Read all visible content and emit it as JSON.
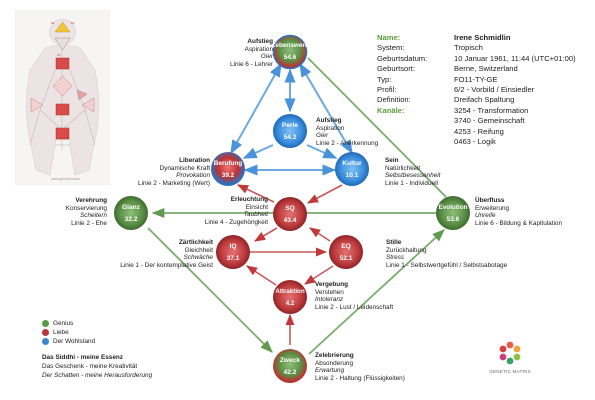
{
  "profile": {
    "name_label": "Name:",
    "name_value": "Irene Schmidlin",
    "rows": [
      {
        "label": "System:",
        "value": "Tropisch"
      },
      {
        "label": "Geburtsdatum:",
        "value": "10 Januar 1961, 11:44 (UTC+01:00)"
      },
      {
        "label": "Geburtsort:",
        "value": "Berne, Switzerland"
      },
      {
        "label": "Typ:",
        "value": "FO11-TY-GE"
      },
      {
        "label": "Profil:",
        "value": "6/2 - Vorbild / Einsiedler"
      },
      {
        "label": "Definition:",
        "value": "Dreifach Spaltung"
      }
    ],
    "channels_label": "Kanäle:",
    "channels": [
      "3254 - Transformation",
      "3740 - Gemeinschaft",
      "4253 - Reifung",
      "0463 - Logik"
    ]
  },
  "colors": {
    "genius": "#5b9a46",
    "love": "#b8383a",
    "wealth": "#3a86d0"
  },
  "nodes": {
    "lebenswerk": {
      "name": "Lebenswerk",
      "num": "54.6"
    },
    "perle": {
      "name": "Perle",
      "num": "54.2"
    },
    "berufung": {
      "name": "Berufung",
      "num": "39.2"
    },
    "kultur": {
      "name": "Kultur",
      "num": "10.1"
    },
    "sq": {
      "name": "SQ",
      "num": "43.4"
    },
    "glanz": {
      "name": "Glanz",
      "num": "32.2"
    },
    "evolution": {
      "name": "Evolution",
      "num": "53.6"
    },
    "iq": {
      "name": "IQ",
      "num": "37.1"
    },
    "eq": {
      "name": "EQ",
      "num": "52.1"
    },
    "attraktion": {
      "name": "Attraktion",
      "num": "4.2"
    },
    "zweck": {
      "name": "Zweck",
      "num": "42.2"
    }
  },
  "labels": {
    "aufstieg1": {
      "title": "Aufstieg",
      "l1": "Aspiration",
      "l2": "Gier",
      "l3": "Linie 6 - Lehrer"
    },
    "aufstieg2": {
      "title": "Aufstieg",
      "l1": "Aspiration",
      "l2": "Gier",
      "l3": "Linie 2 - Anerkennung"
    },
    "liberation": {
      "title": "Liberation",
      "l1": "Dynamische Kraft",
      "l2": "Provokation",
      "l3": "Linie 2 - Marketing (Wert)"
    },
    "sein": {
      "title": "Sein",
      "l1": "Natürlichkeit",
      "l2": "Selbstbesessenheit",
      "l3": "Linie 1 - Individuell"
    },
    "erleuchtung": {
      "title": "Erleuchtung",
      "l1": "Einsicht",
      "l2": "Taubheit",
      "l3": "Linie 4 - Zugehörigkeit"
    },
    "verehrung": {
      "title": "Verehrung",
      "l1": "Konservierung",
      "l2": "Scheitern",
      "l3": "Linie 2 - Ehe"
    },
    "ueberfluss": {
      "title": "Überfluss",
      "l1": "Erweiterung",
      "l2": "Unreife",
      "l3": "Linie 6 - Bildung & Kapitulation"
    },
    "zaertlichkeit": {
      "title": "Zärtlichkeit",
      "l1": "Gleichheit",
      "l2": "Schwäche",
      "l3": "Linie 1 - Der kontemplative Geist"
    },
    "stille": {
      "title": "Stille",
      "l1": "Zurückhaltung",
      "l2": "Stress",
      "l3": "Linie 1 - Selbstwertgefühl / Selbstsabotage"
    },
    "vergebung": {
      "title": "Vergebung",
      "l1": "Verstehen",
      "l2": "Intoleranz",
      "l3": "Linie 2 - Lust / Leidenschaft"
    },
    "zelebrierung": {
      "title": "Zelebrierung",
      "l1": "Absonderung",
      "l2": "Erwartung",
      "l3": "Linie 2 - Haltung (Flüssigkeiten)"
    }
  },
  "legend": [
    {
      "label": "Genius",
      "icon": "green-dot"
    },
    {
      "label": "Liebe",
      "icon": "red-dot"
    },
    {
      "label": "Der Wohlstand",
      "icon": "blue-dot"
    }
  ],
  "siddhi": {
    "title": "Das Siddhi - meine Essenz",
    "line2": "Das Geschenk - meine Kreativität",
    "line3": "Der Schatten - meine Herausforderung"
  },
  "logo": {
    "text": "GENETIC MATRIX"
  }
}
